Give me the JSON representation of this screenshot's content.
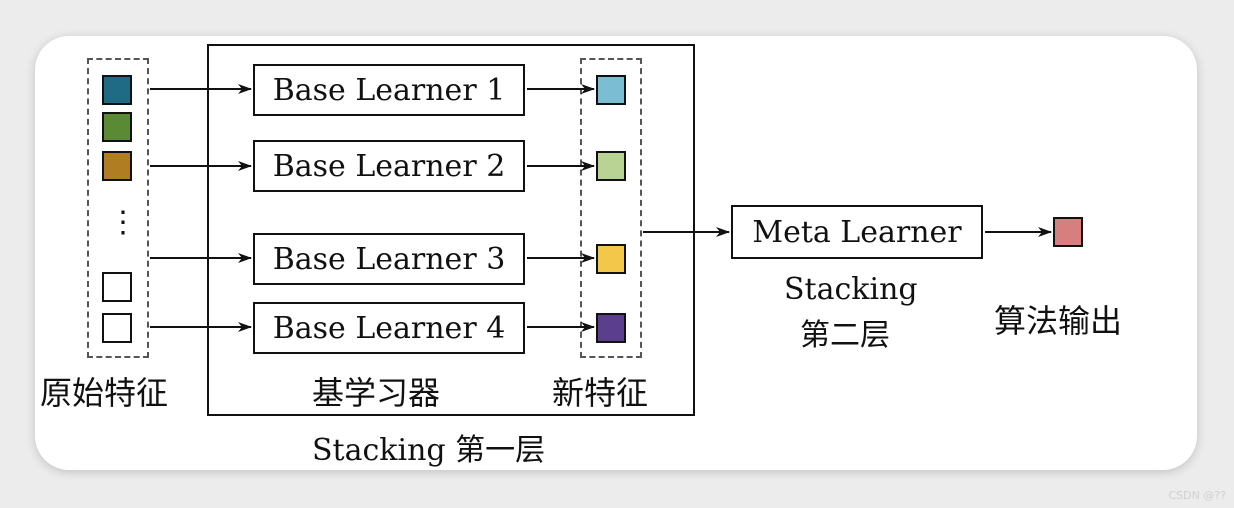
{
  "labels": {
    "original_features": "原始特征",
    "base_learners": "基学习器",
    "new_features": "新特征",
    "layer1": "Stacking 第一层",
    "layer2_line1": "Stacking",
    "layer2_line2": "第二层",
    "output": "算法输出"
  },
  "learners": {
    "base1": "Base Learner 1",
    "base2": "Base Learner 2",
    "base3": "Base Learner 3",
    "base4": "Base Learner 4",
    "meta": "Meta Learner"
  },
  "colors": {
    "feat1": "#1f6b85",
    "feat2": "#5b8a35",
    "feat3": "#b07d23",
    "new1": "#7bbdd3",
    "new2": "#b8d394",
    "new3": "#f3c84a",
    "new4": "#5c3f8c",
    "output": "#d77f7f"
  },
  "ellipsis": "⋮",
  "watermark": "CSDN @??"
}
